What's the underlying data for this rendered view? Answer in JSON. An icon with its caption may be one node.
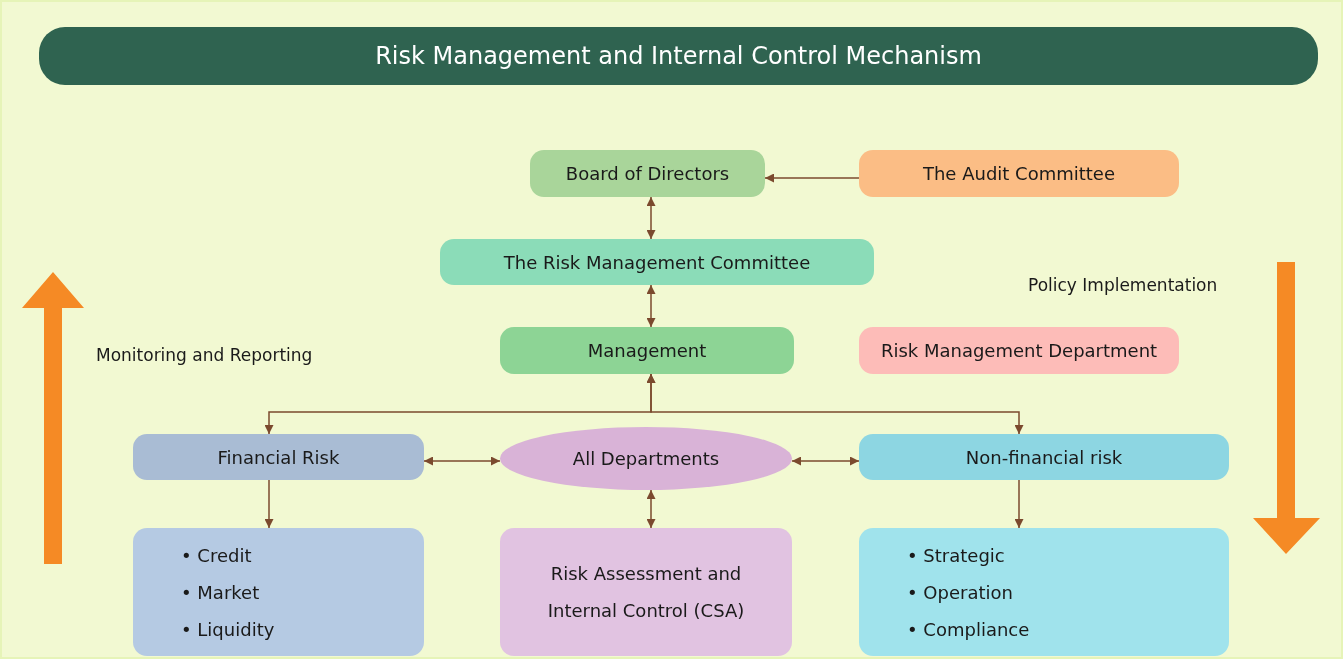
{
  "diagram": {
    "title": "Risk Management and Internal Control Mechanism",
    "nodes": [
      {
        "text": [
          "Board of Directors"
        ]
      },
      {
        "text": [
          "The Audit Committee"
        ]
      },
      {
        "text": [
          "The Risk Management Committee"
        ]
      },
      {
        "text": [
          "Management"
        ]
      },
      {
        "text": [
          "Risk Management Department"
        ]
      },
      {
        "text": [
          "Financial Risk"
        ]
      },
      {
        "text": [
          "All Departments"
        ]
      },
      {
        "text": [
          "Non-financial risk"
        ]
      },
      {
        "text": [
          "• Credit",
          "• Market",
          "• Liquidity"
        ]
      },
      {
        "text": [
          "Risk Assessment and Internal Control (CSA)"
        ]
      },
      {
        "text": [
          "• Strategic",
          "• Operation",
          "• Compliance"
        ]
      }
    ],
    "edges": [
      {
        "from": 1,
        "to": 0,
        "arrow": "to"
      },
      {
        "from": 0,
        "to": 2,
        "arrow": "both"
      },
      {
        "from": 2,
        "to": 3,
        "arrow": "both"
      },
      {
        "from": 3,
        "to": 5,
        "arrow": "both"
      },
      {
        "from": 3,
        "to": 7,
        "arrow": "both"
      },
      {
        "from": 5,
        "to": 6,
        "arrow": "both"
      },
      {
        "from": 6,
        "to": 7,
        "arrow": "both"
      },
      {
        "from": 5,
        "to": 8,
        "arrow": "to"
      },
      {
        "from": 6,
        "to": 9,
        "arrow": "both"
      },
      {
        "from": 7,
        "to": 10,
        "arrow": "to"
      }
    ],
    "labels": [
      "Monitoring and Reporting",
      "Policy Implementation"
    ]
  }
}
